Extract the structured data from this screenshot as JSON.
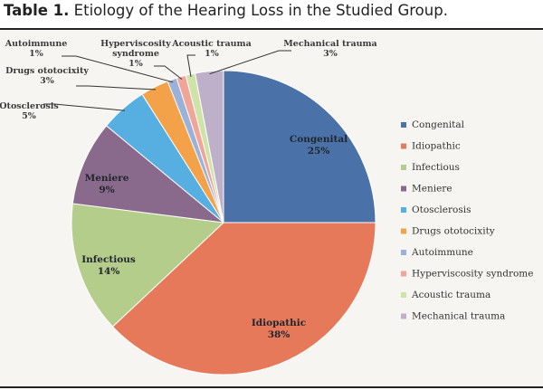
{
  "caption": {
    "label": "Table 1.",
    "text": "Etiology of the Hearing Loss in the Studied Group."
  },
  "chart_data": {
    "type": "pie",
    "categories": [
      "Congenital",
      "Idiopathic",
      "Infectious",
      "Meniere",
      "Otosclerosis",
      "Drugs ototocixity",
      "Autoimmune",
      "Hyperviscosity syndrome",
      "Acoustic trauma",
      "Mechanical trauma"
    ],
    "values": [
      25,
      38,
      14,
      9,
      5,
      3,
      1,
      1,
      1,
      3
    ],
    "labels": [
      "Congenital\n25%",
      "Idiopathic\n38%",
      "Infectious\n14%",
      "Meniere\n9%",
      "Otosclerosis\n5%",
      "Drugs ototocixity\n3%",
      "Autoimmune\n1%",
      "Hyperviscosity\nsyndrome\n1%",
      "Acoustic trauma\n1%",
      "Mechanical trauma\n3%"
    ],
    "colors": [
      "#4a72a8",
      "#e5795a",
      "#b5cd8b",
      "#8a6a8c",
      "#57aee0",
      "#f4a24a",
      "#9bb1d8",
      "#f0a598",
      "#cfe3a8",
      "#bfb0c9"
    ],
    "legend": [
      "Congenital",
      "Idiopathic",
      "Infectious",
      "Meniere",
      "Otosclerosis",
      "Drugs ototocixity",
      "Autoimmune",
      "Hyperviscosity syndrome",
      "Acoustic trauma",
      "Mechanical trauma"
    ],
    "legend_position": "right",
    "start_angle_deg": 0,
    "direction": "clockwise"
  }
}
